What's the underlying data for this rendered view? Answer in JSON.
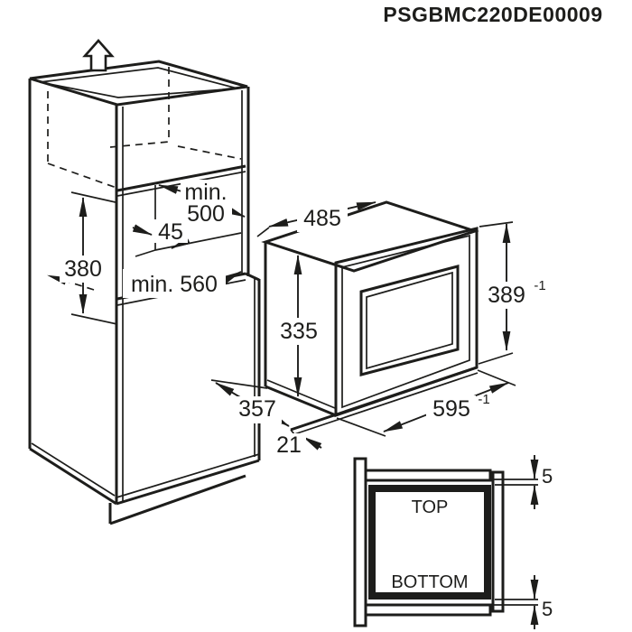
{
  "title": "PSGBMC220DE00009",
  "colors": {
    "line": "#1d1d1b",
    "background": "#ffffff"
  },
  "cabinet_dims": {
    "niche_width_prefix": "min.",
    "niche_width": "500",
    "front_offset": "45",
    "niche_height": "380",
    "niche_depth": "min. 560"
  },
  "oven_dims": {
    "top_depth": "485",
    "body_height": "335",
    "front_height": "389",
    "front_height_tol": "-1",
    "body_depth": "357",
    "bottom_overlap": "21",
    "front_width": "595",
    "front_width_tol": "-1"
  },
  "detail": {
    "top_label": "TOP",
    "bottom_label": "BOTTOM",
    "gap_top": "5",
    "gap_bottom": "5"
  }
}
